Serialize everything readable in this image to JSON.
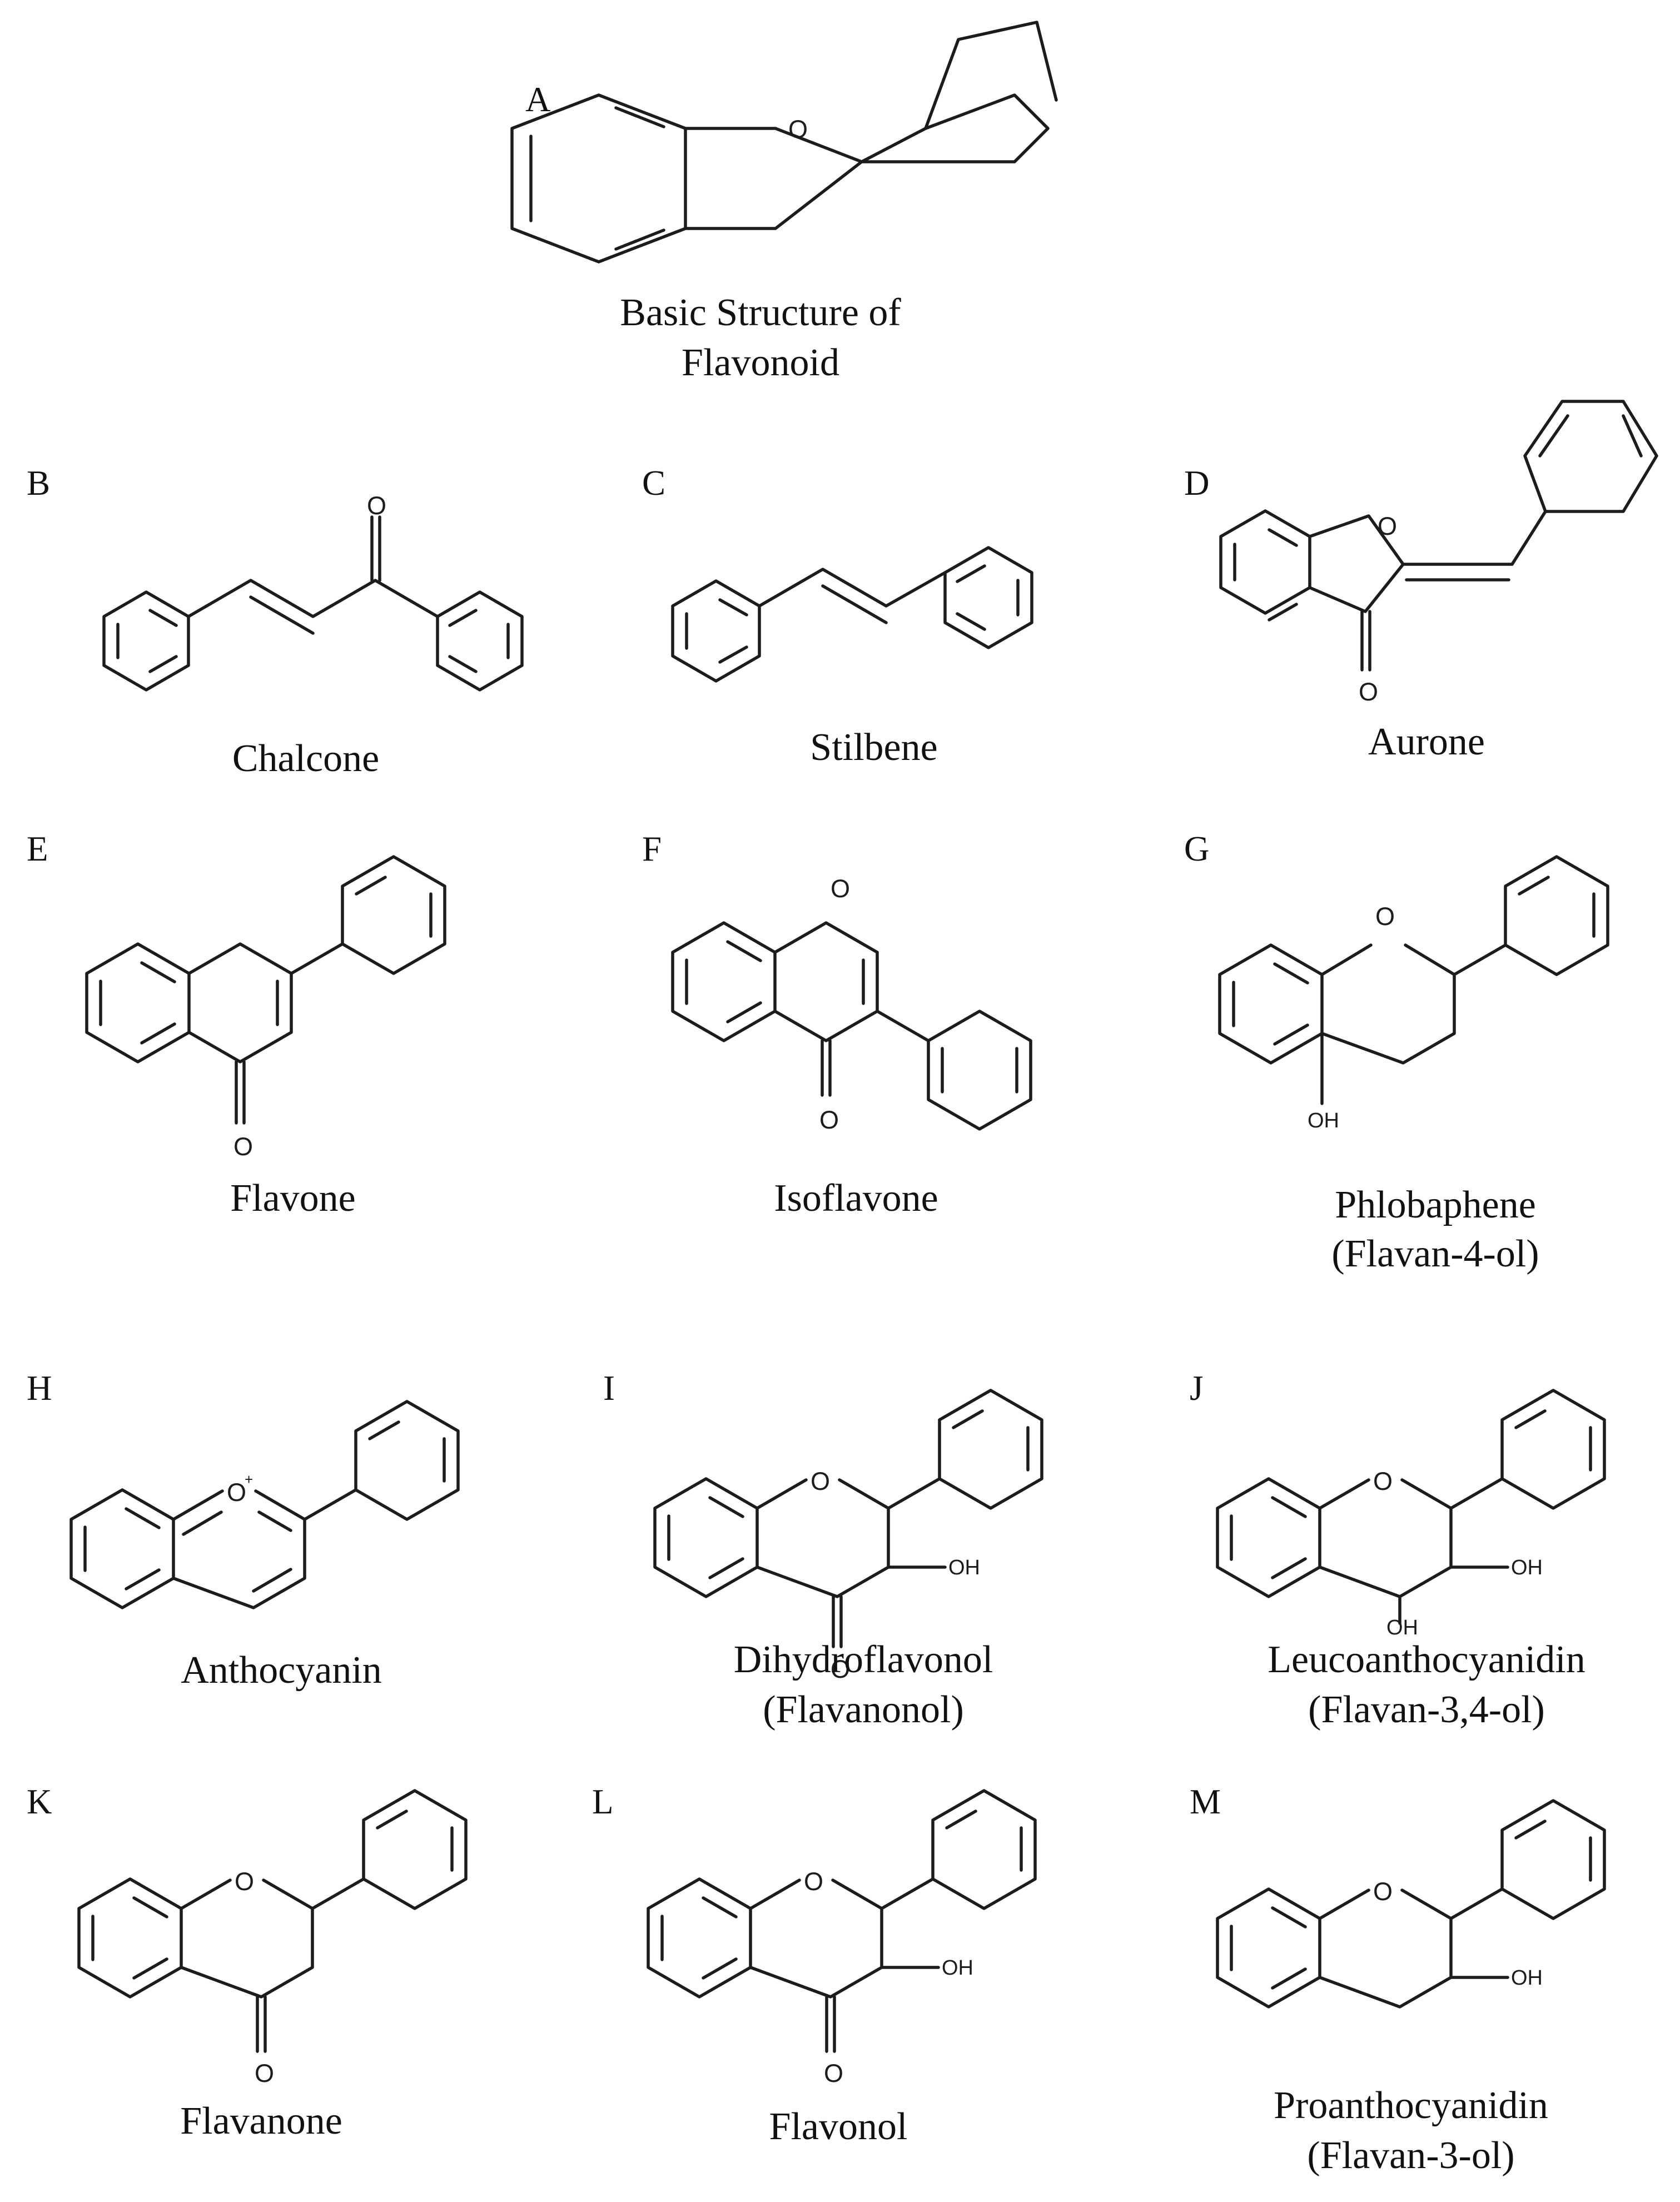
{
  "panels": {
    "A": {
      "letter": "A",
      "caption": [
        "Basic Structure of",
        "Flavonoid"
      ],
      "atoms": {
        "o1": "O"
      }
    },
    "B": {
      "letter": "B",
      "caption": [
        "Chalcone"
      ],
      "atoms": {
        "o1": "O"
      }
    },
    "C": {
      "letter": "C",
      "caption": [
        "Stilbene"
      ]
    },
    "D": {
      "letter": "D",
      "caption": [
        "Aurone"
      ],
      "atoms": {
        "o1": "O",
        "o2": "O"
      }
    },
    "E": {
      "letter": "E",
      "caption": [
        "Flavone"
      ],
      "atoms": {
        "o1": "O"
      }
    },
    "F": {
      "letter": "F",
      "caption": [
        "Isoflavone"
      ],
      "atoms": {
        "o1": "O",
        "o2": "O"
      }
    },
    "G": {
      "letter": "G",
      "caption": [
        "Phlobaphene",
        "(Flavan-4-ol)"
      ],
      "atoms": {
        "o1": "O",
        "oh1": "OH"
      }
    },
    "H": {
      "letter": "H",
      "caption": [
        "Anthocyanin"
      ],
      "atoms": {
        "o1": "O",
        "charge": "+"
      }
    },
    "I": {
      "letter": "I",
      "caption": [
        "Dihydroflavonol",
        "(Flavanonol)"
      ],
      "atoms": {
        "o1": "O",
        "o2": "O",
        "oh1": "OH"
      }
    },
    "J": {
      "letter": "J",
      "caption": [
        "Leucoanthocyanidin",
        "(Flavan-3,4-ol)"
      ],
      "atoms": {
        "o1": "O",
        "oh1": "OH",
        "oh2": "OH"
      }
    },
    "K": {
      "letter": "K",
      "caption": [
        "Flavanone"
      ],
      "atoms": {
        "o1": "O",
        "o2": "O"
      }
    },
    "L": {
      "letter": "L",
      "caption": [
        "Flavonol"
      ],
      "atoms": {
        "o1": "O",
        "o2": "O",
        "oh1": "OH"
      }
    },
    "M": {
      "letter": "M",
      "caption": [
        "Proanthocyanidin",
        "(Flavan-3-ol)"
      ],
      "atoms": {
        "o1": "O",
        "oh1": "OH"
      }
    }
  }
}
